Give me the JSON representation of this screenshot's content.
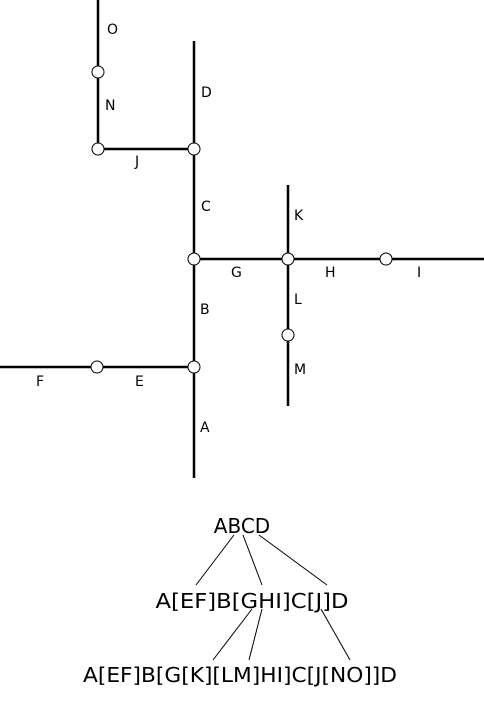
{
  "segment_labels": {
    "a": "A",
    "b": "B",
    "c": "C",
    "d": "D",
    "e": "E",
    "f": "F",
    "g": "G",
    "h": "H",
    "i": "I",
    "j": "J",
    "k": "K",
    "l": "L",
    "m": "M",
    "n": "N",
    "o": "O"
  },
  "tree": {
    "root": "ABCD",
    "level1": "A[EF]B[GHI]C[J]D",
    "level2": "A[EF]B[G[K][LM]HI]C[J[NO]]D"
  }
}
